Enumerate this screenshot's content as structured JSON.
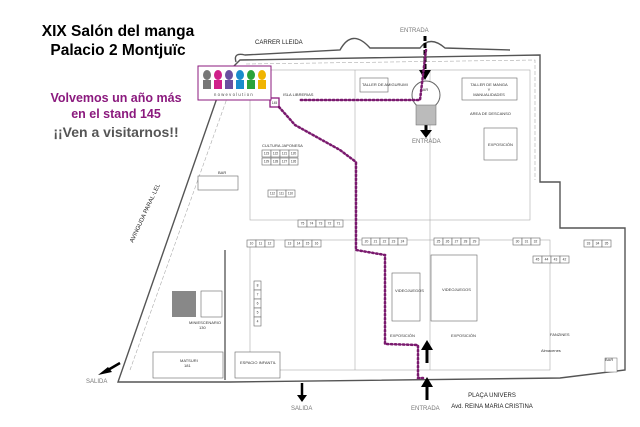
{
  "header": {
    "title_line1": "XIX Salón del manga",
    "title_line2": "Palacio 2 Montjuïc"
  },
  "promo": {
    "line1": "Volvemos un año más",
    "line2": "en el stand 145",
    "line3": "¡¡Ven a visitarnos!!",
    "color": "#8b1a7e",
    "line3_color": "#555555"
  },
  "logo": {
    "text": "nowevolution",
    "figure_colors": [
      "#777777",
      "#d0208a",
      "#6a4fa0",
      "#1a8ccc",
      "#2aa33a",
      "#f0b400"
    ],
    "border_color": "#8b1a7e"
  },
  "route_color": "#7a1a6e",
  "streets": {
    "north": "CARRER LLEIDA",
    "west": "AVINGUDA PARAL·LEL",
    "south1": "PLAÇA UNIVERS",
    "south2": "Avd. REINA MARIA CRISTINA"
  },
  "doors": {
    "entrada_top": "ENTRADA",
    "entrada_mid": "ENTRADA",
    "entrada_bottom": "ENTRADA",
    "salida_left": "SALIDA",
    "salida_bottom": "SALIDA"
  },
  "areas": {
    "bar": "BAR",
    "isla_librerias": "ISLA LIBRERIAS",
    "cultura_japonesa": "CULTURA JAPONESA",
    "taller_amigurumi": "TALLER DE AMIGURUMI",
    "taller_manga_1": "TALLER DE MANGA",
    "taller_manga_2": "Y",
    "taller_manga_3": "MANUALIDADES",
    "area_descanso": "AREA DE DESCANSO",
    "exposicion": "EXPOSICIÓN",
    "videojuegos": "VIDEOJUEGOS",
    "fanzines": "FANZINES",
    "miniescenario": "MINIESCENARIO",
    "miniescenario_num": "130",
    "matsuri": "MATSURI",
    "matsuri_num": "181",
    "espacio_infantil": "ESPACIO INFANTIL",
    "almacenes": "Almacenes",
    "highlight_stand": "145"
  },
  "stand_rows": {
    "cultura_a": [
      "123",
      "122",
      "121",
      "120"
    ],
    "cultura_b": [
      "129",
      "128",
      "127",
      "126"
    ],
    "row_112": [
      "112",
      "111",
      "110"
    ],
    "row_75": [
      "75",
      "74",
      "73",
      "72",
      "71"
    ],
    "row_20": [
      "20",
      "21",
      "22",
      "23",
      "24"
    ],
    "row_25": [
      "25",
      "26",
      "27",
      "28",
      "29"
    ],
    "row_30": [
      "30",
      "31",
      "32"
    ],
    "row_33": [
      "33",
      "34",
      "35"
    ],
    "row_10": [
      "10",
      "11",
      "12"
    ],
    "row_13": [
      "13",
      "14",
      "15",
      "16"
    ],
    "row_45": [
      "45",
      "44",
      "43",
      "42"
    ],
    "col_left": [
      "8",
      "7",
      "6",
      "5",
      "4"
    ]
  }
}
